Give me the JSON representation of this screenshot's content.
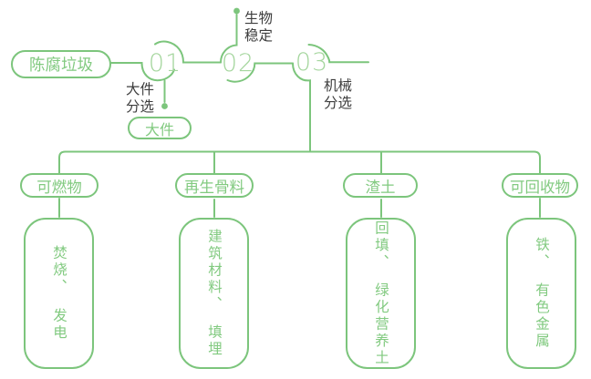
{
  "colors": {
    "line_green": "#7cc57c",
    "accent_text_green": "#82ca80",
    "number_green": "#a5d69e",
    "dark_text": "#3d3d3d",
    "background": "#ffffff"
  },
  "flow": {
    "source_label": "陈腐垃圾",
    "steps": [
      {
        "number": "01",
        "process": "大件分选",
        "process_lines": [
          "大件",
          "分选"
        ],
        "branch_label": "大件"
      },
      {
        "number": "02",
        "process": "生物稳定",
        "process_lines": [
          "生物",
          "稳定"
        ]
      },
      {
        "number": "03",
        "process": "机械分选",
        "process_lines": [
          "机械",
          "分选"
        ]
      }
    ],
    "outputs": [
      {
        "category": "可燃物",
        "result": "焚烧、发电",
        "result_segments": [
          "焚烧、",
          "发电"
        ]
      },
      {
        "category": "再生骨料",
        "result": "建筑材料、填埋",
        "result_segments": [
          "建筑材料、",
          "填埋"
        ]
      },
      {
        "category": "渣土",
        "result": "回填、绿化营养土",
        "result_segments": [
          "回填、",
          "绿化营养土"
        ]
      },
      {
        "category": "可回收物",
        "result": "铁、有色金属",
        "result_segments": [
          "铁、",
          "有色金属"
        ]
      }
    ]
  }
}
